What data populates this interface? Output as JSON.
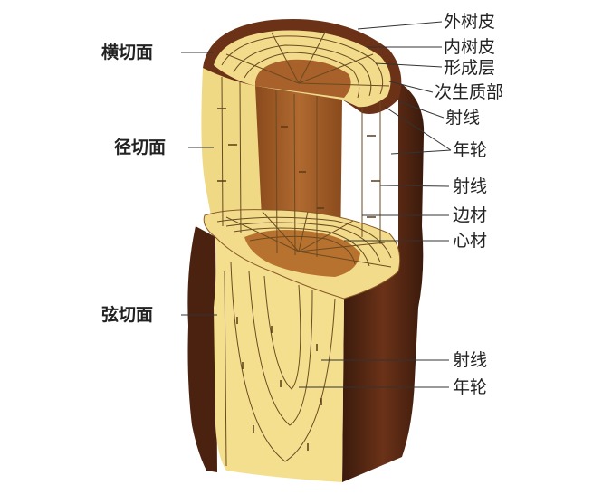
{
  "labels": {
    "cross_section": "横切面",
    "radial_section": "径切面",
    "tangential_section": "弦切面",
    "outer_bark": "外树皮",
    "inner_bark": "内树皮",
    "cambium": "形成层",
    "secondary_phloem": "次生质部",
    "ray_top": "射线",
    "annual_ring_top": "年轮",
    "ray_middle": "射线",
    "sapwood": "边材",
    "heartwood": "心材",
    "ray_bottom": "射线",
    "annual_ring_bottom": "年轮"
  },
  "colors": {
    "bark": "#5a2a14",
    "bark_dark": "#3b1a0c",
    "sapwood": "#f2dc8c",
    "sapwood_light": "#f8e8a8",
    "heartwood": "#a8612a",
    "heartwood_dark": "#7a4016",
    "grain": "#6b4a20",
    "leader": "#333333"
  }
}
